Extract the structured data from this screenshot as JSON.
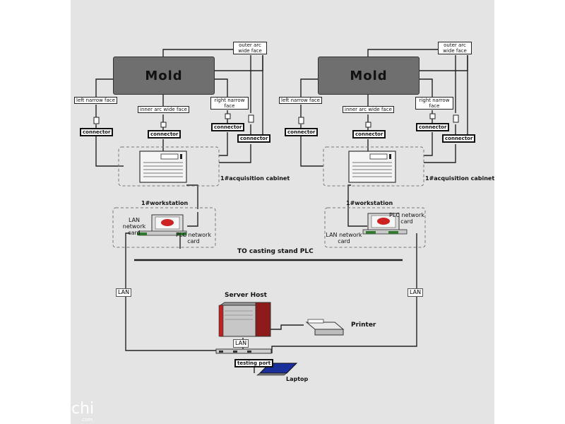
{
  "mold_label": "Mold",
  "outer_arc_wide_face": "outer arc wide face",
  "left_narrow_face": "left narrow face",
  "inner_arc_wide_face": "inner arc wide face",
  "right_narrow_face": "right narrow face",
  "connector": "connector",
  "acquisition_cabinet": "1#acquisition cabinet",
  "workstation": "1#workstation",
  "lan_network_card": "LAN network card",
  "lan_network_card_right": "LAN network card",
  "plc_network_card": "PLC network card",
  "casting_stand": "TO casting stand PLC",
  "lan": "LAN",
  "server_host": "Server Host",
  "printer": "Printer",
  "testing_port": "testing port",
  "laptop": "Laptop",
  "watermark": "chi",
  "watermark_sub": ".com"
}
